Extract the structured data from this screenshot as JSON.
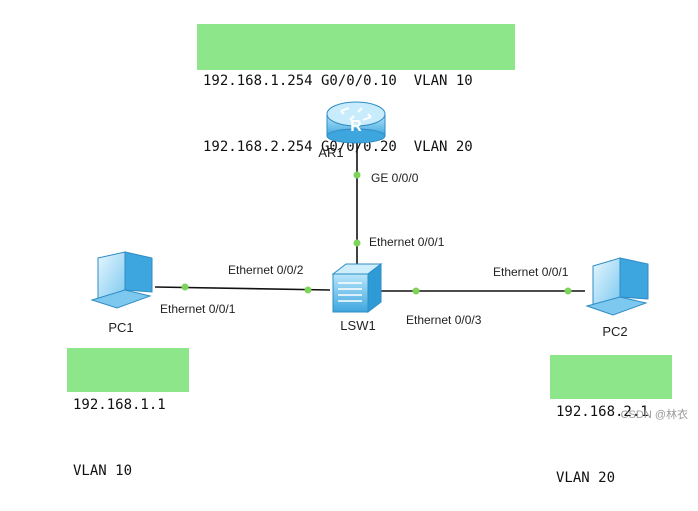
{
  "notes": {
    "router": [
      "192.168.1.254 G0/0/0.10  VLAN 10",
      "192.168.2.254 G0/0/0.20  VLAN 20"
    ],
    "pc1": [
      "192.168.1.1",
      "VLAN 10"
    ],
    "pc2": [
      "192.168.2.1",
      "VLAN 20"
    ]
  },
  "devices": {
    "router": {
      "name": "AR1",
      "icon": "router-icon"
    },
    "switch": {
      "name": "LSW1",
      "icon": "switch-icon"
    },
    "pc1": {
      "name": "PC1",
      "icon": "pc-icon"
    },
    "pc2": {
      "name": "PC2",
      "icon": "pc-icon"
    }
  },
  "ports": {
    "router_ge": "GE 0/0/0",
    "switch_up": "Ethernet 0/0/1",
    "switch_left": "Ethernet 0/0/2",
    "switch_right": "Ethernet 0/0/3",
    "pc1_port": "Ethernet 0/0/1",
    "pc2_port": "Ethernet 0/0/1"
  },
  "colors": {
    "note_bg": "#8ee68a",
    "link": "#111111",
    "port_dot": "#7ed35a",
    "device": "#4fb3e8"
  },
  "watermark": "CSDN @林衣"
}
